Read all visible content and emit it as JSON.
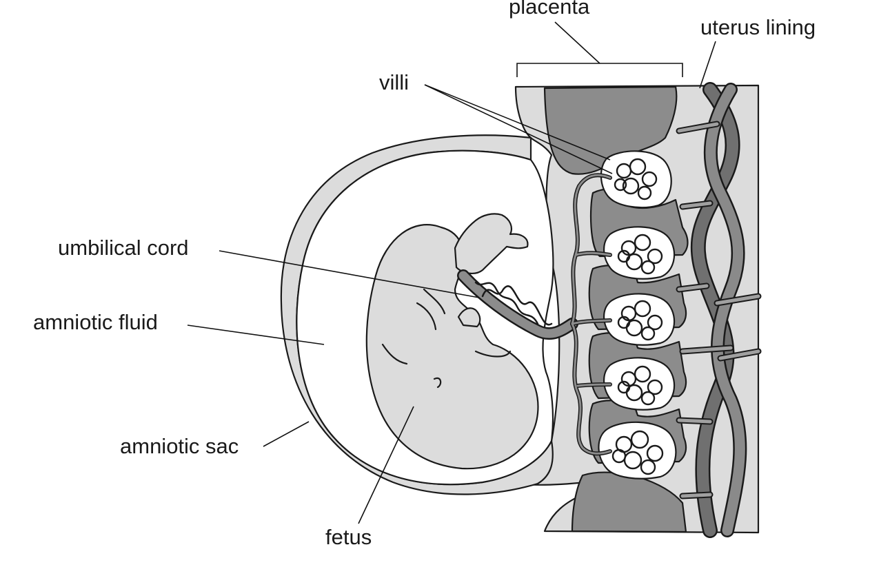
{
  "labels": {
    "placenta": "placenta",
    "uterus_lining": "uterus lining",
    "villi": "villi",
    "umbilical_cord": "umbilical cord",
    "amniotic_fluid": "amniotic fluid",
    "amniotic_sac": "amniotic sac",
    "fetus": "fetus"
  },
  "colors": {
    "light_tissue": "#dcdcdc",
    "dark_tissue": "#8c8c8c",
    "vessel": "#707070",
    "outline": "#1a1a1a",
    "background": "#ffffff"
  }
}
